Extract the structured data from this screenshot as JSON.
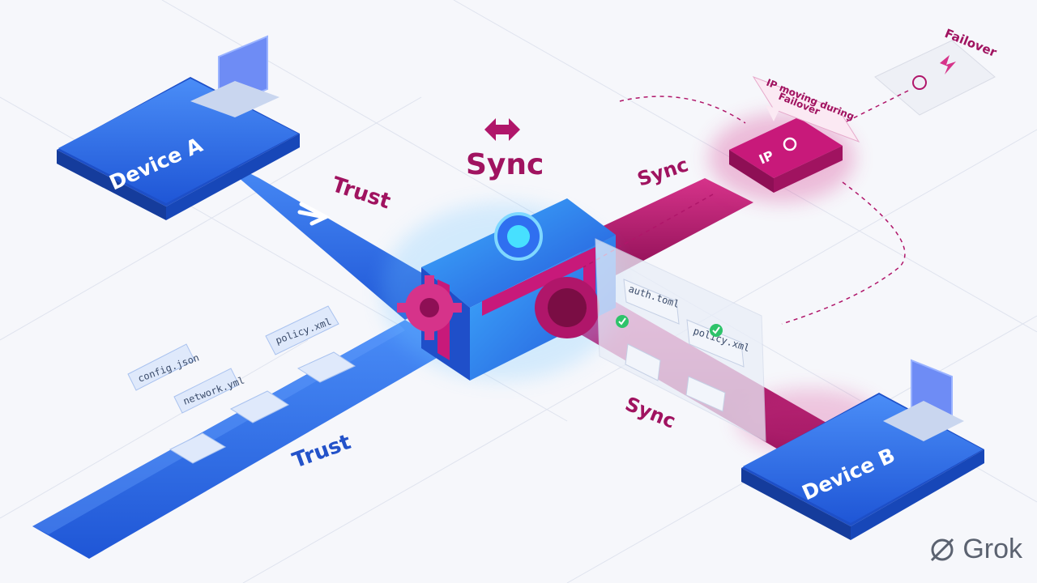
{
  "colors": {
    "blue": "#2f6ff0",
    "blue_dark": "#1747b8",
    "magenta": "#b0166a",
    "magenta_light": "#d6338a",
    "bg": "#f6f7fb"
  },
  "devices": {
    "a": "Device A",
    "b": "Device B"
  },
  "labels": {
    "trust_top": "Trust",
    "trust_bottom": "Trust",
    "sync_center": "Sync",
    "sync_right": "Sync",
    "sync_bottom": "Sync",
    "failover": "Failover",
    "ip": "IP",
    "ip_bubble_line1": "IP moving during",
    "ip_bubble_line2": "Failover"
  },
  "files_left": [
    "config.json",
    "network.yml",
    "policy.xml"
  ],
  "files_right": [
    "auth.toml",
    "policy.xml"
  ],
  "brand": "Grok",
  "icons": [
    "sync-arrows-icon",
    "gear-icon",
    "lightning-icon",
    "laptop-icon",
    "checkmark-icon"
  ]
}
